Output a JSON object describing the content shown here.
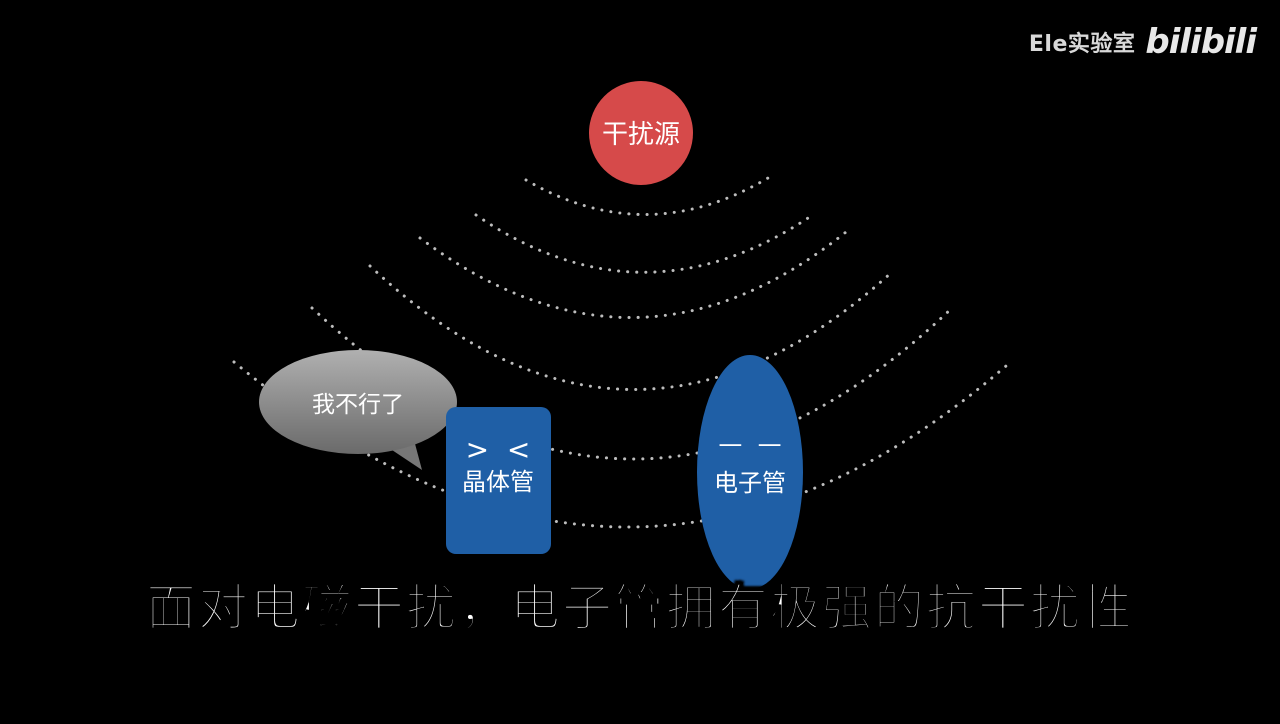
{
  "watermark": {
    "channel": "Ele实验室",
    "logo": "bilibili"
  },
  "scene": {
    "source_label": "干扰源",
    "bubble_text": "我不行了",
    "transistor": {
      "face": ">  <",
      "label": "晶体管"
    },
    "tube": {
      "face": "—  —",
      "label": "电子管"
    }
  },
  "subtitle": "面对电磁干扰，电子管拥有极强的抗干扰性",
  "colors": {
    "background": "#000000",
    "source": "#d64a4a",
    "device_blue": "#1f5fa6",
    "bubble_light": "#a5a5a5",
    "bubble_dark": "#707070",
    "wave_dots": "#bdbdbd"
  }
}
